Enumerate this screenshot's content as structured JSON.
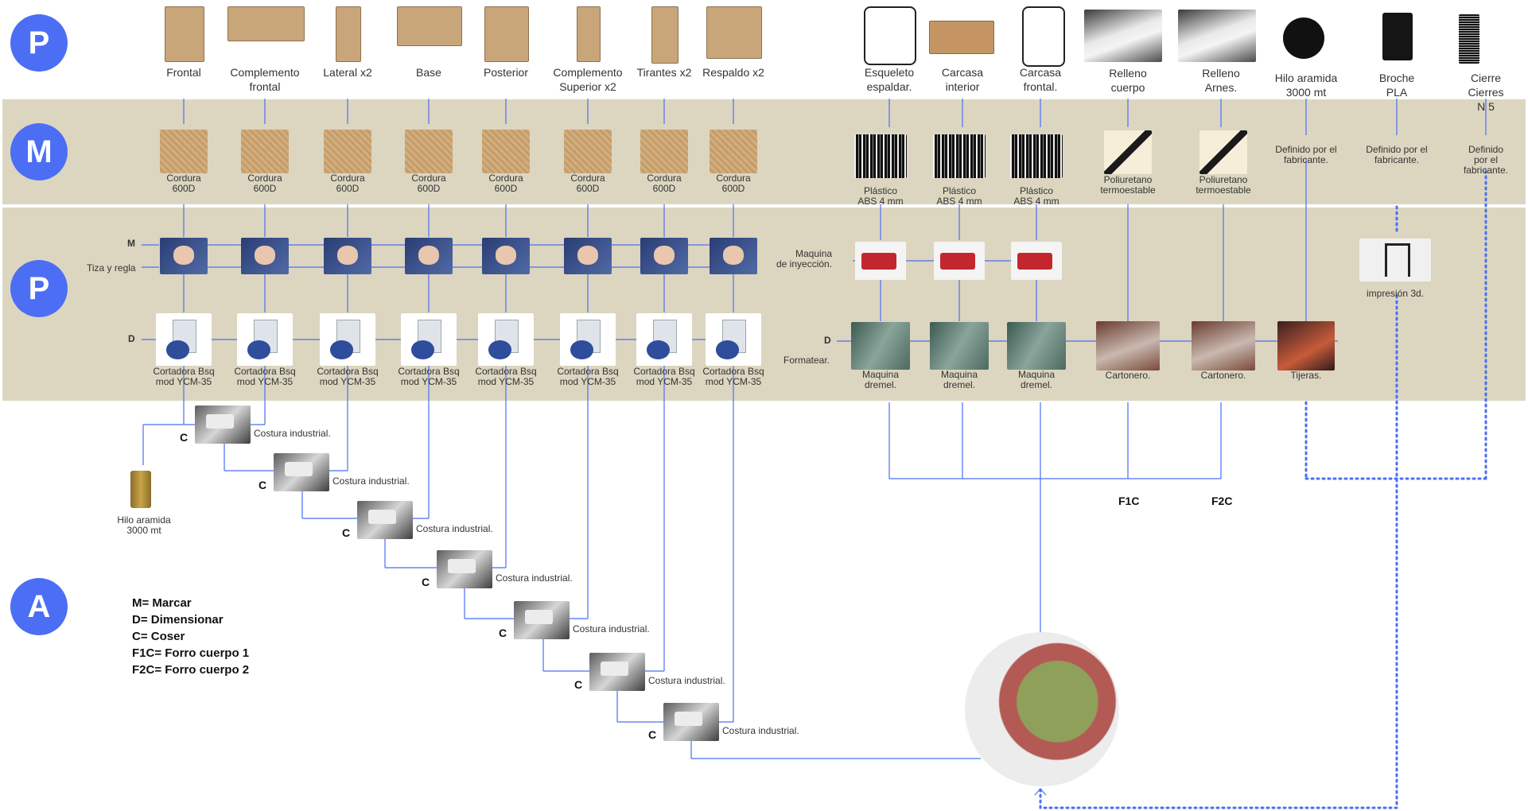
{
  "colors": {
    "band": "#dcd6c0",
    "accent": "#4b6ef5",
    "line": "#4b6ef5"
  },
  "section_letters": {
    "top": "P",
    "material": "M",
    "process": "P",
    "assembly": "A"
  },
  "parts": [
    "Frontal",
    "Complemento\nfrontal",
    "Lateral x2",
    "Base",
    "Posterior",
    "Complemento\nSuperior x2",
    "Tirantes x2",
    "Respaldo x2",
    "Esqueleto\nespaldar.",
    "Carcasa\ninterior",
    "Carcasa\nfrontal.",
    "Relleno\ncuerpo",
    "Relleno\nArnes.",
    "Hilo aramida\n3000 mt",
    "Broche\nPLA",
    "Cierre\nCierres N 5"
  ],
  "materials": {
    "fabric": "Cordura\n600D",
    "plastic": "Plástico\nABS 4 mm",
    "foam": "Poliuretano\ntermoestable",
    "maker": "Definido por el\nfabricante."
  },
  "process": {
    "mark_m": "M",
    "mark_tool": "Tiza y regla",
    "cut_d": "D",
    "cutter": "Cortadora Bsq\nmod YCM-35",
    "injection": "Maquina\nde inyección.",
    "format_d": "D",
    "format": "Formatear.",
    "dremel": "Maquina\ndremel.",
    "cardboard": "Cartonero.",
    "scissors": "Tijeras.",
    "print3d": "impresión 3d."
  },
  "sewing": {
    "c": "C",
    "label": "Costura industrial.",
    "thread": "Hilo aramida\n3000 mt"
  },
  "lining": {
    "f1": "F1C",
    "f2": "F2C"
  },
  "legend": [
    "M= Marcar",
    "D= Dimensionar",
    "C= Coser",
    "F1C= Forro cuerpo 1",
    "F2C= Forro cuerpo 2"
  ]
}
